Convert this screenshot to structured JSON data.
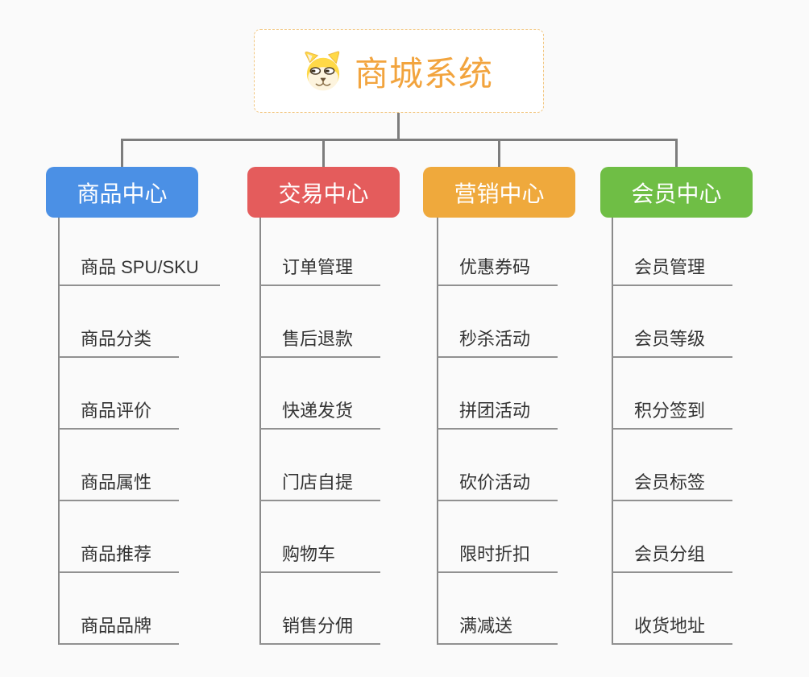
{
  "root": {
    "title": "商城系统",
    "icon": "dog-face-icon",
    "title_color": "#f2a43e",
    "border_color": "#f2c782"
  },
  "connector_color": "#7d7d7d",
  "branches": [
    {
      "label": "商品中心",
      "color": "#4b90e5",
      "children": [
        "商品 SPU/SKU",
        "商品分类",
        "商品评价",
        "商品属性",
        "商品推荐",
        "商品品牌"
      ]
    },
    {
      "label": "交易中心",
      "color": "#e45c5c",
      "children": [
        "订单管理",
        "售后退款",
        "快递发货",
        "门店自提",
        "购物车",
        "销售分佣"
      ]
    },
    {
      "label": "营销中心",
      "color": "#efa93c",
      "children": [
        "优惠券码",
        "秒杀活动",
        "拼团活动",
        "砍价活动",
        "限时折扣",
        "满减送"
      ]
    },
    {
      "label": "会员中心",
      "color": "#6fbe45",
      "children": [
        "会员管理",
        "会员等级",
        "积分签到",
        "会员标签",
        "会员分组",
        "收货地址"
      ]
    }
  ]
}
